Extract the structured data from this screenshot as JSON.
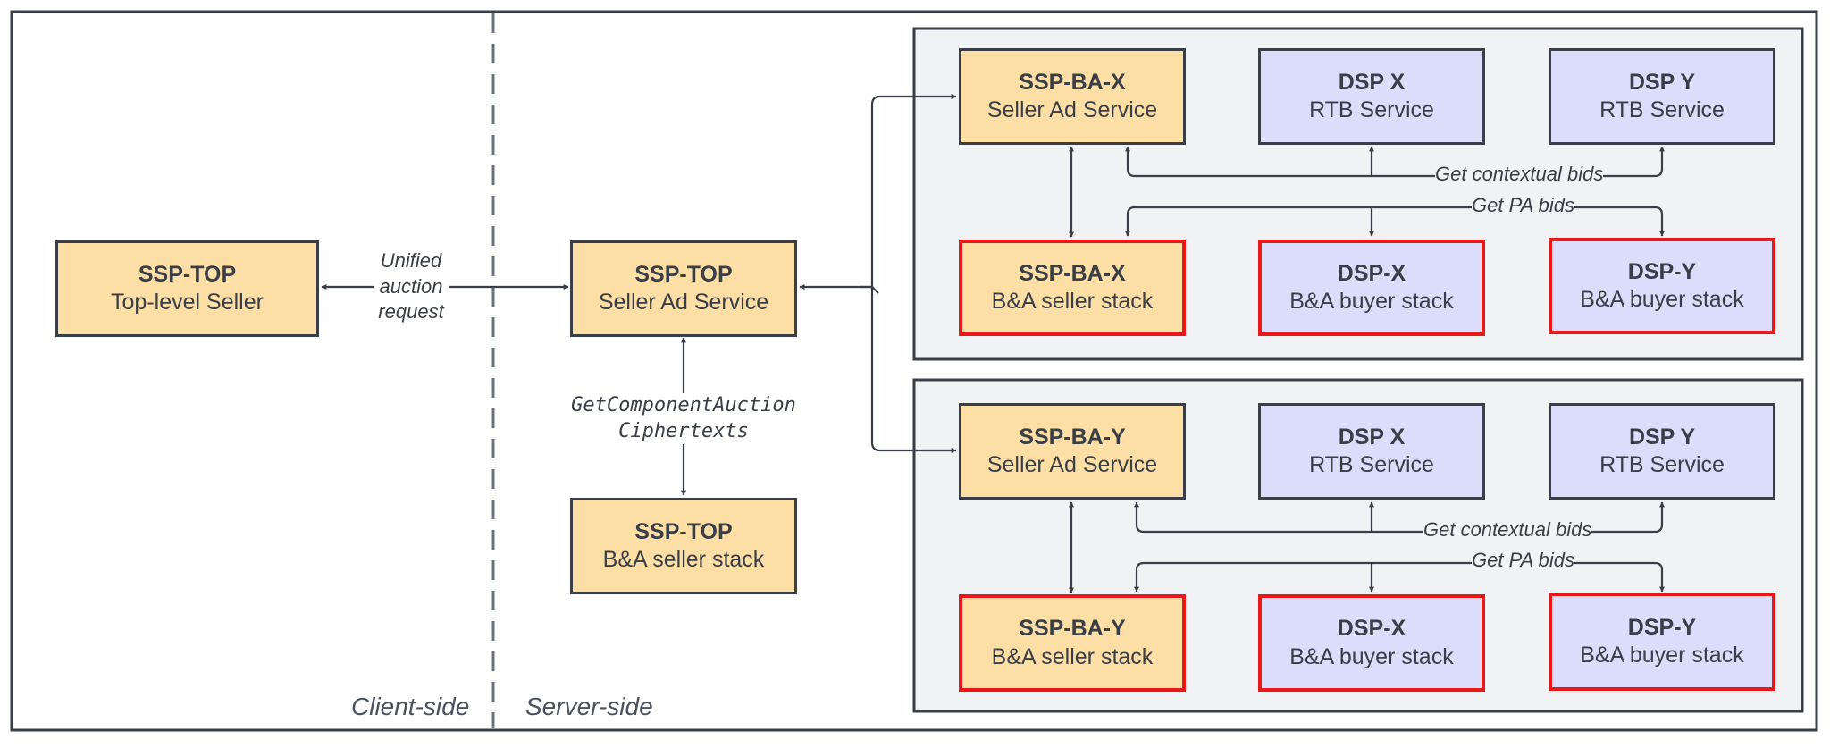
{
  "colors": {
    "seller_fill": "#fddfa6",
    "buyer_fill": "#dcdcfb",
    "ba_border": "#e8171a",
    "stroke": "#3a3f47",
    "region_fill": "#f1f2f4"
  },
  "left": {
    "top_seller": {
      "title": "SSP-TOP",
      "sub": "Top-level Seller"
    }
  },
  "center": {
    "ssp_top_sas": {
      "title": "SSP-TOP",
      "sub": "Seller Ad Service"
    },
    "ssp_top_ba": {
      "title": "SSP-TOP",
      "sub": "B&A seller stack"
    }
  },
  "labels": {
    "unified_line1": "Unified",
    "unified_line2": "auction",
    "unified_line3": "request",
    "cipher_line1": "GetComponentAuction",
    "cipher_line2": "Ciphertexts",
    "client_side": "Client-side",
    "server_side": "Server-side"
  },
  "group_x": {
    "seller_sas": {
      "title": "SSP-BA-X",
      "sub": "Seller Ad Service"
    },
    "dsp_x_rtb": {
      "title": "DSP X",
      "sub": "RTB Service"
    },
    "dsp_y_rtb": {
      "title": "DSP Y",
      "sub": "RTB Service"
    },
    "seller_ba": {
      "title": "SSP-BA-X",
      "sub": "B&A seller stack"
    },
    "dsp_x_ba": {
      "title": "DSP-X",
      "sub": "B&A buyer stack"
    },
    "dsp_y_ba": {
      "title": "DSP-Y",
      "sub": "B&A buyer stack"
    },
    "contextual_label": "Get contextual bids",
    "pa_label": "Get PA bids"
  },
  "group_y": {
    "seller_sas": {
      "title": "SSP-BA-Y",
      "sub": "Seller Ad Service"
    },
    "dsp_x_rtb": {
      "title": "DSP X",
      "sub": "RTB Service"
    },
    "dsp_y_rtb": {
      "title": "DSP Y",
      "sub": "RTB Service"
    },
    "seller_ba": {
      "title": "SSP-BA-Y",
      "sub": "B&A seller stack"
    },
    "dsp_x_ba": {
      "title": "DSP-X",
      "sub": "B&A buyer stack"
    },
    "dsp_y_ba": {
      "title": "DSP-Y",
      "sub": "B&A buyer stack"
    },
    "contextual_label": "Get contextual bids",
    "pa_label": "Get PA bids"
  }
}
